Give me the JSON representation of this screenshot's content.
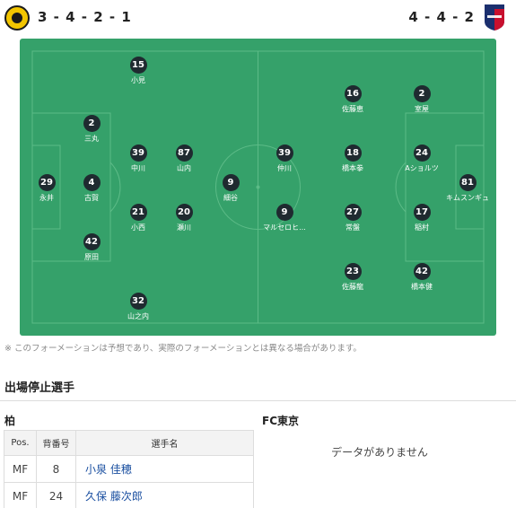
{
  "header": {
    "home_formation": "3 - 4 - 2 - 1",
    "away_formation": "4 - 4 - 2"
  },
  "home_players": [
    {
      "number": "15",
      "name": "小見"
    },
    {
      "number": "2",
      "name": "三丸"
    },
    {
      "number": "29",
      "name": "永井"
    },
    {
      "number": "4",
      "name": "古賀"
    },
    {
      "number": "42",
      "name": "原田"
    },
    {
      "number": "39",
      "name": "中川"
    },
    {
      "number": "87",
      "name": "山内"
    },
    {
      "number": "21",
      "name": "小西"
    },
    {
      "number": "20",
      "name": "瀬川"
    },
    {
      "number": "9",
      "name": "細谷"
    },
    {
      "number": "32",
      "name": "山之内"
    }
  ],
  "away_players": [
    {
      "number": "16",
      "name": "佐藤恵"
    },
    {
      "number": "2",
      "name": "室屋"
    },
    {
      "number": "39",
      "name": "仲川"
    },
    {
      "number": "18",
      "name": "橋本拳"
    },
    {
      "number": "24",
      "name": "Aショルツ"
    },
    {
      "number": "81",
      "name": "キムスンギュ"
    },
    {
      "number": "9",
      "name": "マルセロヒ..."
    },
    {
      "number": "27",
      "name": "常盤"
    },
    {
      "number": "17",
      "name": "稲村"
    },
    {
      "number": "23",
      "name": "佐藤龍"
    },
    {
      "number": "42",
      "name": "橋本健"
    }
  ],
  "note": "※ このフォーメーションは予想であり、実際のフォーメーションとは異なる場合があります。",
  "suspended": {
    "title": "出場停止選手",
    "home_team": "柏",
    "away_team": "FC東京",
    "columns": {
      "pos": "Pos.",
      "number": "背番号",
      "name": "選手名"
    },
    "rows": [
      {
        "pos": "MF",
        "number": "8",
        "name": "小泉 佳穂"
      },
      {
        "pos": "MF",
        "number": "24",
        "name": "久保 藤次郎"
      }
    ],
    "away_empty": "データがありません"
  },
  "colors": {
    "pitch": "#35a16a",
    "home_crest": "#f2c500",
    "away_crest_red": "#c8102e",
    "away_crest_blue": "#1b2f6e",
    "link": "#1a4fa0"
  },
  "icons": {
    "home_crest": "kashiwa-crest-icon",
    "away_crest": "fc-tokyo-crest-icon"
  }
}
